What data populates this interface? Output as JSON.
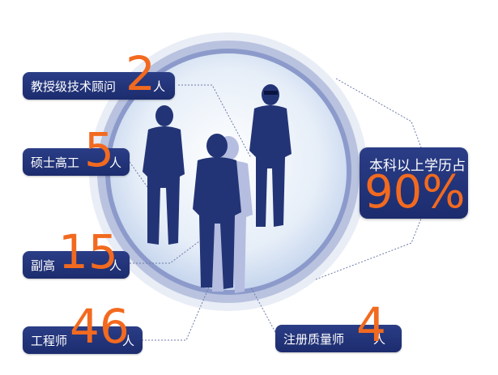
{
  "colors": {
    "navy": "#1f2f72",
    "orange": "#f26a1f",
    "circle": "#cfdcef"
  },
  "labels": {
    "advisor": {
      "text": "教授级技术顾问",
      "count": "2",
      "unit": "人"
    },
    "master": {
      "text": "硕士高工",
      "count": "5",
      "unit": "人"
    },
    "associate": {
      "text": "副高",
      "count": "15",
      "unit": "人"
    },
    "engineer": {
      "text": "工程师",
      "count": "46",
      "unit": "人"
    },
    "quality": {
      "text": "注册质量师",
      "count": "4",
      "unit": "人"
    },
    "degree": {
      "text": "本科以上学历占",
      "value": "90%"
    }
  },
  "icons": [
    "businessman-silhouette-icon"
  ]
}
